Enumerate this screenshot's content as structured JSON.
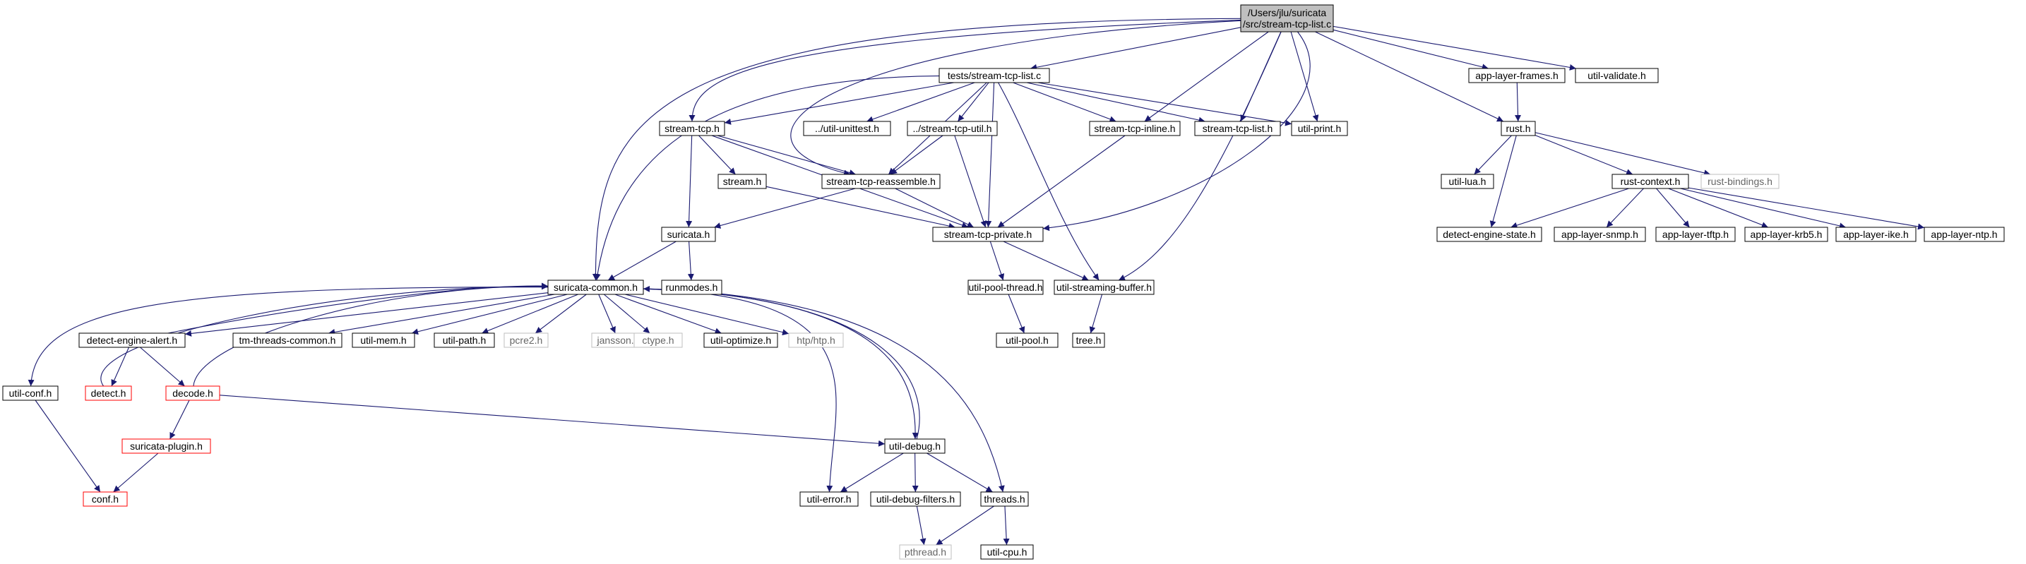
{
  "graph": {
    "type": "include-dependency-graph",
    "colors": {
      "edge": "#191970",
      "box_border": "#000000",
      "box_fill": "#ffffff",
      "root_fill": "#bfbfbf",
      "truncated_border": "#ff0000",
      "missing_border": "#bfbfbf",
      "missing_text": "#666666",
      "text": "#000000"
    },
    "nodes": [
      {
        "id": "root",
        "label_lines": [
          "/Users/jlu/suricata",
          "/src/stream-tcp-list.c"
        ],
        "style": "root"
      },
      {
        "id": "tests",
        "label": "tests/stream-tcp-list.c",
        "style": "normal"
      },
      {
        "id": "alf",
        "label": "app-layer-frames.h",
        "style": "normal"
      },
      {
        "id": "uvalidate",
        "label": "util-validate.h",
        "style": "normal"
      },
      {
        "id": "streamtcp",
        "label": "stream-tcp.h",
        "style": "normal"
      },
      {
        "id": "uunittest",
        "label": "../util-unittest.h",
        "style": "normal"
      },
      {
        "id": "stcputil",
        "label": "../stream-tcp-util.h",
        "style": "normal"
      },
      {
        "id": "stcpinline",
        "label": "stream-tcp-inline.h",
        "style": "normal"
      },
      {
        "id": "stcplist",
        "label": "stream-tcp-list.h",
        "style": "normal"
      },
      {
        "id": "uprint",
        "label": "util-print.h",
        "style": "normal"
      },
      {
        "id": "rust",
        "label": "rust.h",
        "style": "normal"
      },
      {
        "id": "stream",
        "label": "stream.h",
        "style": "normal"
      },
      {
        "id": "stcpreasm",
        "label": "stream-tcp-reassemble.h",
        "style": "normal"
      },
      {
        "id": "ulua",
        "label": "util-lua.h",
        "style": "normal"
      },
      {
        "id": "rustctx",
        "label": "rust-context.h",
        "style": "normal"
      },
      {
        "id": "rustbind",
        "label": "rust-bindings.h",
        "style": "missing"
      },
      {
        "id": "suricata",
        "label": "suricata.h",
        "style": "normal"
      },
      {
        "id": "stcppriv",
        "label": "stream-tcp-private.h",
        "style": "normal"
      },
      {
        "id": "des",
        "label": "detect-engine-state.h",
        "style": "normal"
      },
      {
        "id": "alsnmp",
        "label": "app-layer-snmp.h",
        "style": "normal"
      },
      {
        "id": "altftp",
        "label": "app-layer-tftp.h",
        "style": "normal"
      },
      {
        "id": "alkrb5",
        "label": "app-layer-krb5.h",
        "style": "normal"
      },
      {
        "id": "alike",
        "label": "app-layer-ike.h",
        "style": "normal"
      },
      {
        "id": "alntp",
        "label": "app-layer-ntp.h",
        "style": "normal"
      },
      {
        "id": "scommon",
        "label": "suricata-common.h",
        "style": "normal"
      },
      {
        "id": "runmodes",
        "label": "runmodes.h",
        "style": "normal"
      },
      {
        "id": "upoolthread",
        "label": "util-pool-thread.h",
        "style": "normal"
      },
      {
        "id": "usb",
        "label": "util-streaming-buffer.h",
        "style": "normal"
      },
      {
        "id": "dea",
        "label": "detect-engine-alert.h",
        "style": "normal"
      },
      {
        "id": "tmthreads",
        "label": "tm-threads-common.h",
        "style": "normal"
      },
      {
        "id": "umem",
        "label": "util-mem.h",
        "style": "normal"
      },
      {
        "id": "upath",
        "label": "util-path.h",
        "style": "normal"
      },
      {
        "id": "pcre2",
        "label": "pcre2.h",
        "style": "missing"
      },
      {
        "id": "jansson",
        "label": "jansson.h",
        "style": "missing"
      },
      {
        "id": "ctype",
        "label": "ctype.h",
        "style": "missing"
      },
      {
        "id": "uoptimize",
        "label": "util-optimize.h",
        "style": "normal"
      },
      {
        "id": "htp",
        "label": "htp/htp.h",
        "style": "missing"
      },
      {
        "id": "upool",
        "label": "util-pool.h",
        "style": "normal"
      },
      {
        "id": "tree",
        "label": "tree.h",
        "style": "normal"
      },
      {
        "id": "uconf",
        "label": "util-conf.h",
        "style": "normal"
      },
      {
        "id": "detect",
        "label": "detect.h",
        "style": "truncated"
      },
      {
        "id": "decode",
        "label": "decode.h",
        "style": "truncated"
      },
      {
        "id": "splugin",
        "label": "suricata-plugin.h",
        "style": "truncated"
      },
      {
        "id": "udebug",
        "label": "util-debug.h",
        "style": "normal"
      },
      {
        "id": "conf",
        "label": "conf.h",
        "style": "truncated"
      },
      {
        "id": "uerror",
        "label": "util-error.h",
        "style": "normal"
      },
      {
        "id": "udebugf",
        "label": "util-debug-filters.h",
        "style": "normal"
      },
      {
        "id": "threads",
        "label": "threads.h",
        "style": "normal"
      },
      {
        "id": "pthread",
        "label": "pthread.h",
        "style": "missing"
      },
      {
        "id": "ucpu",
        "label": "util-cpu.h",
        "style": "normal"
      }
    ],
    "edges": [
      [
        "root",
        "tests"
      ],
      [
        "root",
        "alf"
      ],
      [
        "root",
        "uvalidate"
      ],
      [
        "root",
        "streamtcp"
      ],
      [
        "root",
        "stcpinline"
      ],
      [
        "root",
        "stcplist"
      ],
      [
        "root",
        "uprint"
      ],
      [
        "root",
        "rust"
      ],
      [
        "root",
        "stcpreasm"
      ],
      [
        "root",
        "stcppriv"
      ],
      [
        "root",
        "scommon"
      ],
      [
        "root",
        "usb"
      ],
      [
        "tests",
        "streamtcp"
      ],
      [
        "tests",
        "uunittest"
      ],
      [
        "tests",
        "stcputil"
      ],
      [
        "tests",
        "stcpinline"
      ],
      [
        "tests",
        "stcplist"
      ],
      [
        "tests",
        "uprint"
      ],
      [
        "tests",
        "stcpreasm"
      ],
      [
        "tests",
        "stcppriv"
      ],
      [
        "tests",
        "scommon"
      ],
      [
        "tests",
        "usb"
      ],
      [
        "alf",
        "rust"
      ],
      [
        "streamtcp",
        "stream"
      ],
      [
        "streamtcp",
        "stcpreasm"
      ],
      [
        "streamtcp",
        "suricata"
      ],
      [
        "streamtcp",
        "stcppriv"
      ],
      [
        "stcputil",
        "stcpreasm"
      ],
      [
        "stcputil",
        "stcppriv"
      ],
      [
        "stcpinline",
        "stcppriv"
      ],
      [
        "rust",
        "ulua"
      ],
      [
        "rust",
        "rustctx"
      ],
      [
        "rust",
        "rustbind"
      ],
      [
        "rust",
        "des"
      ],
      [
        "stream",
        "stcppriv"
      ],
      [
        "stcpreasm",
        "suricata"
      ],
      [
        "stcpreasm",
        "stcppriv"
      ],
      [
        "rustctx",
        "des"
      ],
      [
        "rustctx",
        "alsnmp"
      ],
      [
        "rustctx",
        "altftp"
      ],
      [
        "rustctx",
        "alkrb5"
      ],
      [
        "rustctx",
        "alike"
      ],
      [
        "rustctx",
        "alntp"
      ],
      [
        "suricata",
        "scommon"
      ],
      [
        "suricata",
        "runmodes"
      ],
      [
        "stcppriv",
        "upoolthread"
      ],
      [
        "stcppriv",
        "usb"
      ],
      [
        "upoolthread",
        "upool"
      ],
      [
        "usb",
        "tree"
      ],
      [
        "scommon",
        "uconf"
      ],
      [
        "scommon",
        "dea"
      ],
      [
        "scommon",
        "tmthreads"
      ],
      [
        "scommon",
        "umem"
      ],
      [
        "scommon",
        "upath"
      ],
      [
        "scommon",
        "pcre2"
      ],
      [
        "scommon",
        "jansson"
      ],
      [
        "scommon",
        "ctype"
      ],
      [
        "scommon",
        "uoptimize"
      ],
      [
        "scommon",
        "htp"
      ],
      [
        "scommon",
        "udebug"
      ],
      [
        "scommon",
        "uerror"
      ],
      [
        "scommon",
        "threads"
      ],
      [
        "dea",
        "scommon"
      ],
      [
        "dea",
        "detect"
      ],
      [
        "dea",
        "decode"
      ],
      [
        "detect",
        "scommon"
      ],
      [
        "decode",
        "scommon"
      ],
      [
        "decode",
        "splugin"
      ],
      [
        "decode",
        "udebug"
      ],
      [
        "uconf",
        "conf"
      ],
      [
        "splugin",
        "conf"
      ],
      [
        "udebug",
        "scommon"
      ],
      [
        "udebug",
        "uerror"
      ],
      [
        "udebug",
        "udebugf"
      ],
      [
        "udebug",
        "threads"
      ],
      [
        "udebugf",
        "pthread"
      ],
      [
        "threads",
        "pthread"
      ],
      [
        "threads",
        "ucpu"
      ]
    ]
  }
}
